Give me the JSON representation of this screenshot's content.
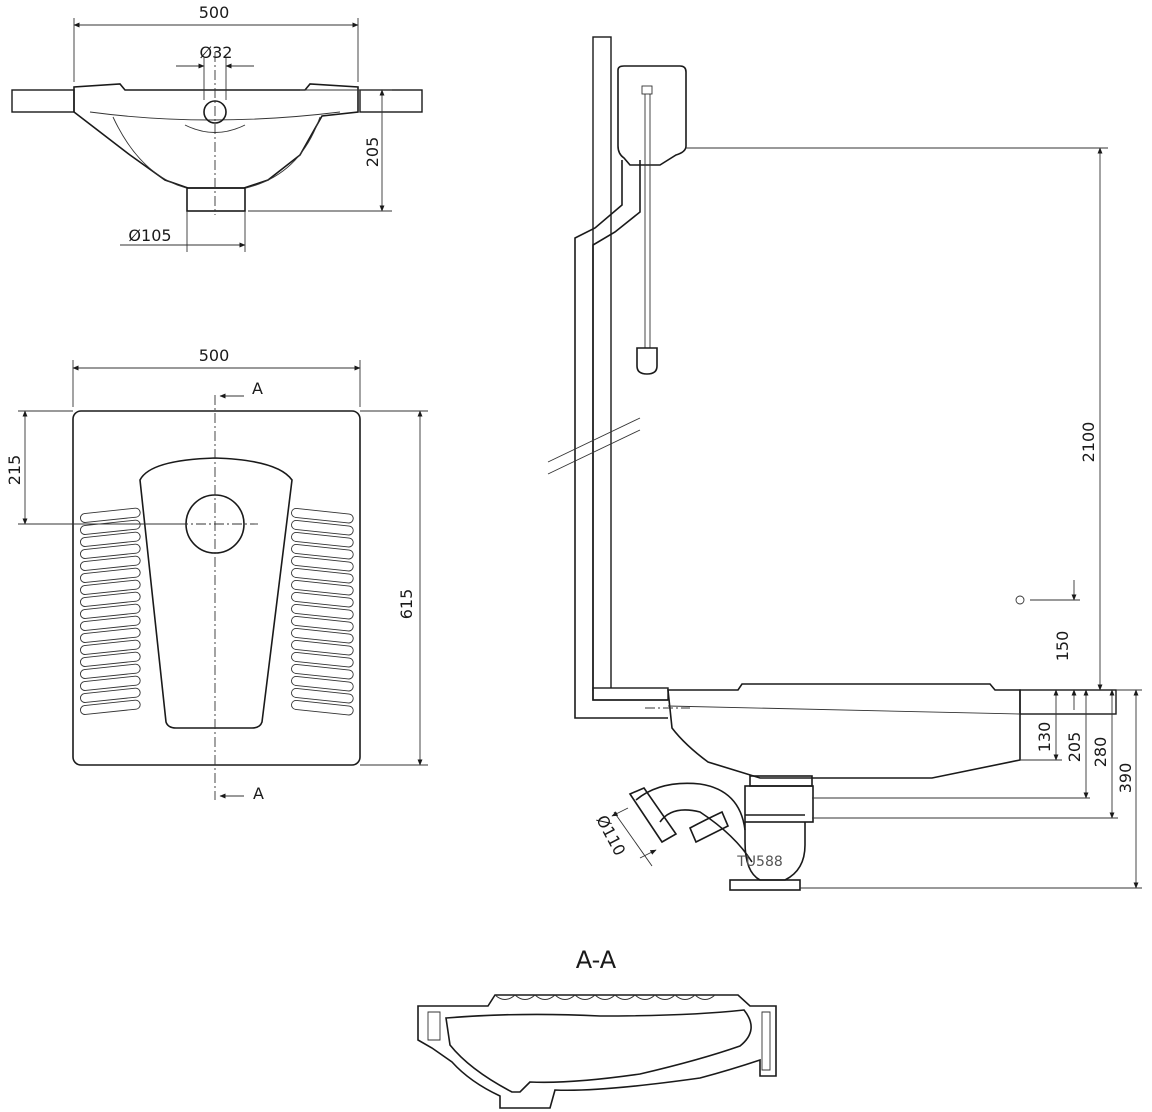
{
  "labels": {
    "top_width": "500",
    "top_drain": "Ø32",
    "top_depth": "205",
    "top_outlet": "Ø105",
    "plan_width": "500",
    "plan_215": "215",
    "plan_615": "615",
    "section_top": "A",
    "section_bottom": "A",
    "dim_2100": "2100",
    "dim_150": "150",
    "dim_130": "130",
    "dim_205": "205",
    "dim_280": "280",
    "dim_390": "390",
    "trap_diameter": "Ø110",
    "trap_model": "TU588",
    "section_title": "A-A"
  }
}
